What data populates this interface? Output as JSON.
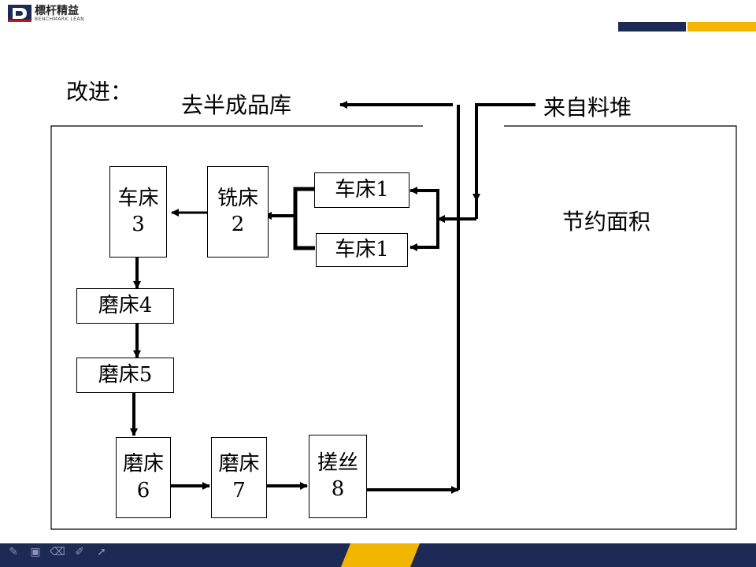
{
  "logo": {
    "text": "標杆精益",
    "sub": "BENCHMARK LEAN"
  },
  "colors": {
    "accent_navy": "#1c2a55",
    "accent_gold": "#f3b600"
  },
  "heading": "改进：",
  "labels": {
    "to_wip": "去半成品库",
    "from_stock": "来自料堆",
    "space_saved": "节约面积"
  },
  "machines": {
    "lathe3": [
      "车床",
      "3"
    ],
    "mill2": [
      "铣床",
      "2"
    ],
    "lathe1a": "车床1",
    "lathe1b": "车床1",
    "grinder4": "磨床4",
    "grinder5": "磨床5",
    "grinder6": [
      "磨床",
      "6"
    ],
    "grinder7": [
      "磨床",
      "7"
    ],
    "thread8": [
      "搓丝",
      "8"
    ]
  },
  "toolbar_icons": [
    "pen-icon",
    "save-icon",
    "eraser-icon",
    "highlighter-icon",
    "pointer-icon"
  ]
}
